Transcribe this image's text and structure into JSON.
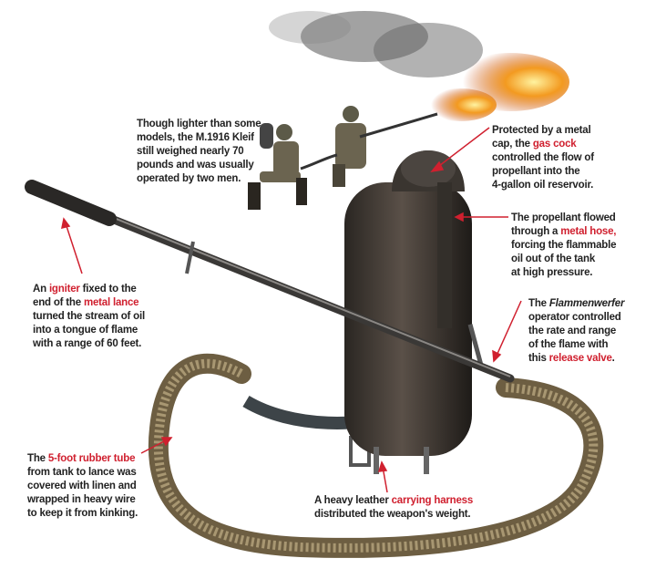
{
  "colors": {
    "highlight": "#d0202f",
    "text": "#222222",
    "tank": "#3b3530",
    "hose": "#8a7a5a",
    "flame": "#f07a1a"
  },
  "callouts": {
    "intro": {
      "text": "Though lighter than some\nmodels, the M.1916 Kleif\nstill weighed nearly 70\npounds and was usually\noperated by two men."
    },
    "gas_cock": {
      "a": "Protected by a metal\ncap, the ",
      "hl": "gas cock",
      "b": "\ncontrolled the flow of\npropellant  into the\n4-gallon oil reservoir."
    },
    "metal_hose": {
      "a": "The propellant flowed\nthrough a ",
      "hl": "metal hose,",
      "b": "\nforcing the flammable\noil out of the tank\nat high pressure."
    },
    "release_valve": {
      "a": "The ",
      "it": "Flammenwerfer",
      "b": "\noperator controlled\nthe rate and range\nof the flame with\nthis ",
      "hl": "release valve",
      "c": "."
    },
    "igniter": {
      "a": "An ",
      "hl1": "igniter",
      "b": " fixed to the\nend of the ",
      "hl2": "metal lance",
      "c": "\nturned the stream of oil\ninto a tongue of flame\nwith a range of 60 feet."
    },
    "rubber_tube": {
      "a": "The ",
      "hl": "5-foot rubber tube",
      "b": "\nfrom tank to lance was\ncovered with linen and\nwrapped in heavy wire\nto keep it from kinking."
    },
    "harness": {
      "a": "A heavy leather ",
      "hl": "carrying harness",
      "b": "\ndistributed the weapon's weight."
    }
  }
}
